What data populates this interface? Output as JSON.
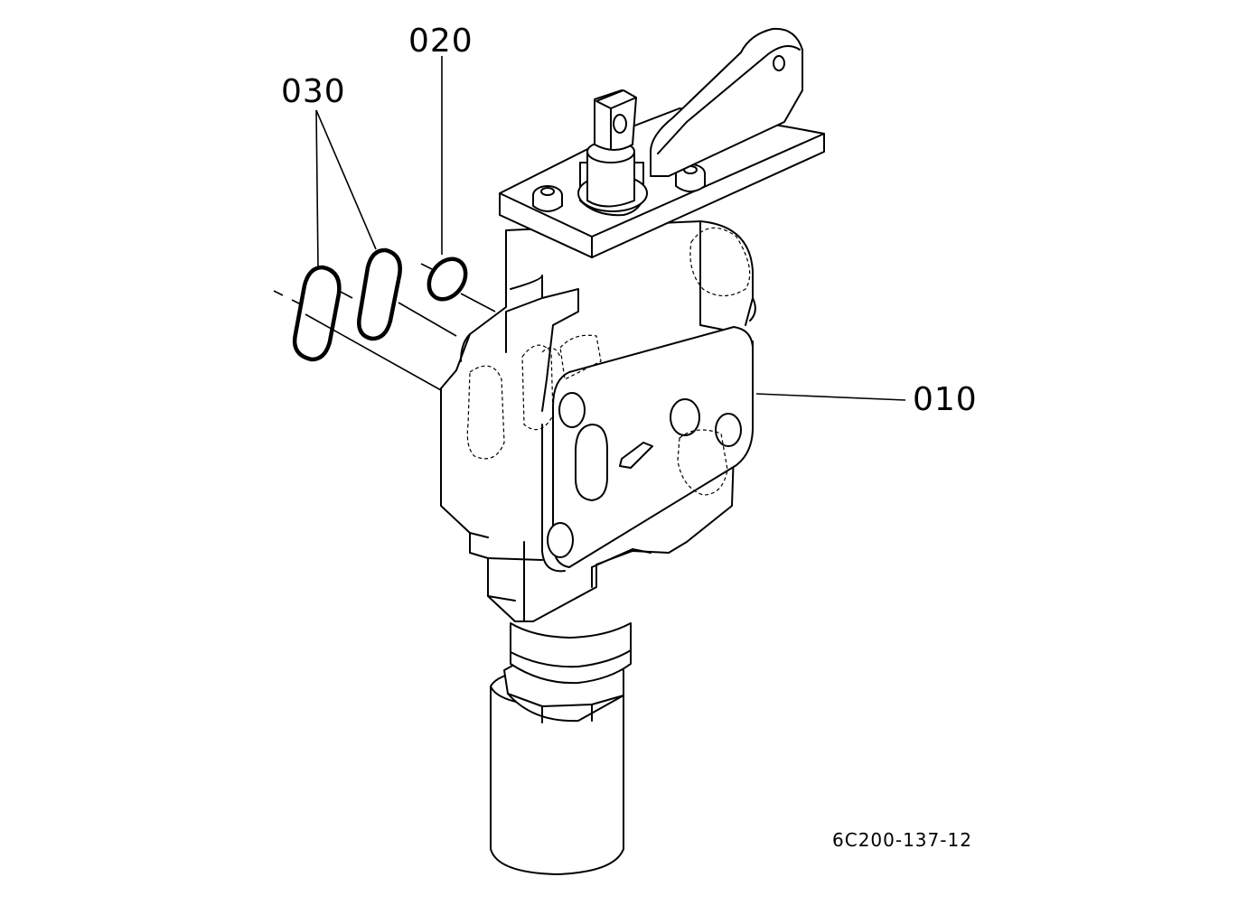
{
  "callouts": {
    "part_010": "010",
    "part_020": "020",
    "part_030": "030"
  },
  "drawing_code": "6C200-137-12",
  "colors": {
    "line": "#000000",
    "background": "#ffffff"
  }
}
